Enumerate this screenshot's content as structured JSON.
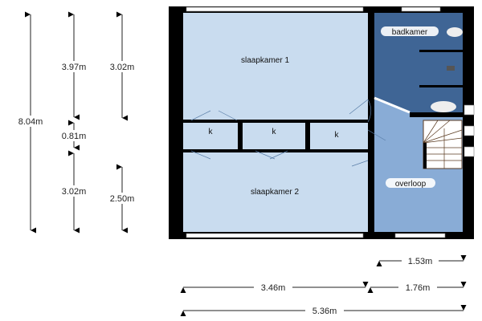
{
  "rooms": {
    "bedroom1": "slaapkamer 1",
    "bedroom2": "slaapkamer 2",
    "bathroom": "badkamer",
    "landing": "overloop",
    "closet1": "k",
    "closet2": "k",
    "closet3": "k"
  },
  "dimensions": {
    "total_height": "8.04m",
    "bedroom1_depth": "3.97m",
    "closet_depth": "0.81m",
    "bedroom2_depth": "3.02m",
    "bathroom_depth": "3.02m",
    "landing_depth": "2.50m",
    "stair_width": "1.53m",
    "left_width": "3.46m",
    "right_width": "1.76m",
    "total_width": "5.36m"
  },
  "colors": {
    "bedroom": "#c9dcef",
    "bathroom": "#3f6595",
    "landing": "#89acd6",
    "wall": "#000000"
  }
}
